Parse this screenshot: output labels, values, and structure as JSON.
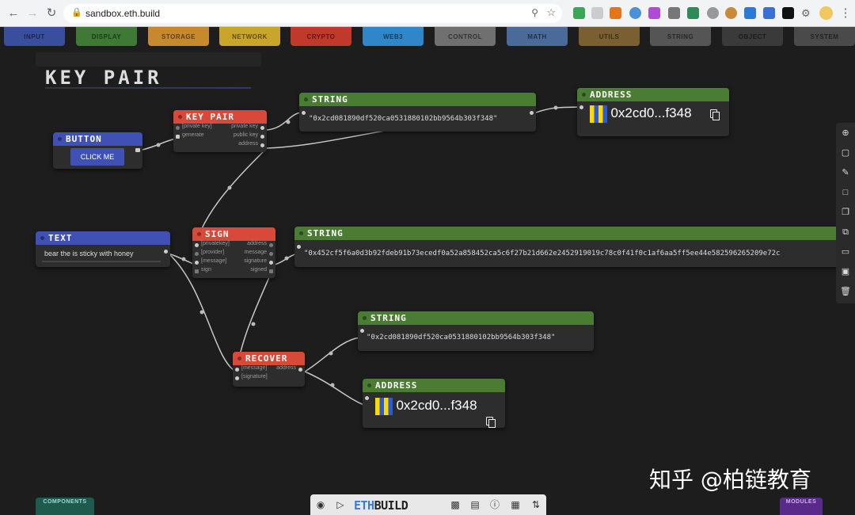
{
  "browser": {
    "url": "sandbox.eth.build"
  },
  "menu_tabs": [
    {
      "label": "INPUT",
      "color": "#3a4e9e"
    },
    {
      "label": "DISPLAY",
      "color": "#3f7a35"
    },
    {
      "label": "STORAGE",
      "color": "#c7892e"
    },
    {
      "label": "NETWORK",
      "color": "#c9a62a"
    },
    {
      "label": "CRYPTO",
      "color": "#c0392b"
    },
    {
      "label": "WEB3",
      "color": "#2f86c9"
    },
    {
      "label": "CONTROL",
      "color": "#707070"
    },
    {
      "label": "MATH",
      "color": "#4a6a9a"
    },
    {
      "label": "UTILS",
      "color": "#7a6030"
    },
    {
      "label": "STRING",
      "color": "#555555"
    },
    {
      "label": "OBJECT",
      "color": "#3a3a3a"
    },
    {
      "label": "SYSTEM",
      "color": "#4a4a4a"
    }
  ],
  "page_title": "KEY PAIR",
  "nodes": {
    "button": {
      "title": "BUTTON",
      "label": "CLICK ME"
    },
    "keypair": {
      "title": "KEY PAIR",
      "inputs": [
        "[private key]",
        "generate"
      ],
      "outputs": [
        "private key",
        "public key",
        "address"
      ]
    },
    "string1": {
      "title": "STRING",
      "value": "\"0x2cd081890df520ca0531880102bb9564b303f348\""
    },
    "address1": {
      "title": "ADDRESS",
      "value": "0x2cd0...f348"
    },
    "text": {
      "title": "TEXT",
      "value": "bear the is sticky with honey"
    },
    "sign": {
      "title": "SIGN",
      "inputs": [
        "[privatekey]",
        "[provider]",
        "[message]",
        "sign"
      ],
      "outputs": [
        "address",
        "message",
        "signature",
        "signed"
      ]
    },
    "string2": {
      "title": "STRING",
      "value": "\"0x452cf5f6a0d3b92fdeb91b73ecedf0a52a858452ca5c6f27b21d662e2452919019c78c0f41f0c1af6aa5ff5ee44e582596265209e72c"
    },
    "string3": {
      "title": "STRING",
      "value": "\"0x2cd081890df520ca0531880102bb9564b303f348\""
    },
    "recover": {
      "title": "RECOVER",
      "inputs": [
        "[message]",
        "[signature]"
      ],
      "outputs": [
        "address"
      ]
    },
    "address2": {
      "title": "ADDRESS",
      "value": "0x2cd0...f348"
    }
  },
  "bottom_bar": {
    "logo_a": "ETH",
    "logo_b": "BUILD"
  },
  "components_label": "COMPONENTS",
  "modules_label": "MODULES",
  "watermark": "知乎 @柏链教育"
}
